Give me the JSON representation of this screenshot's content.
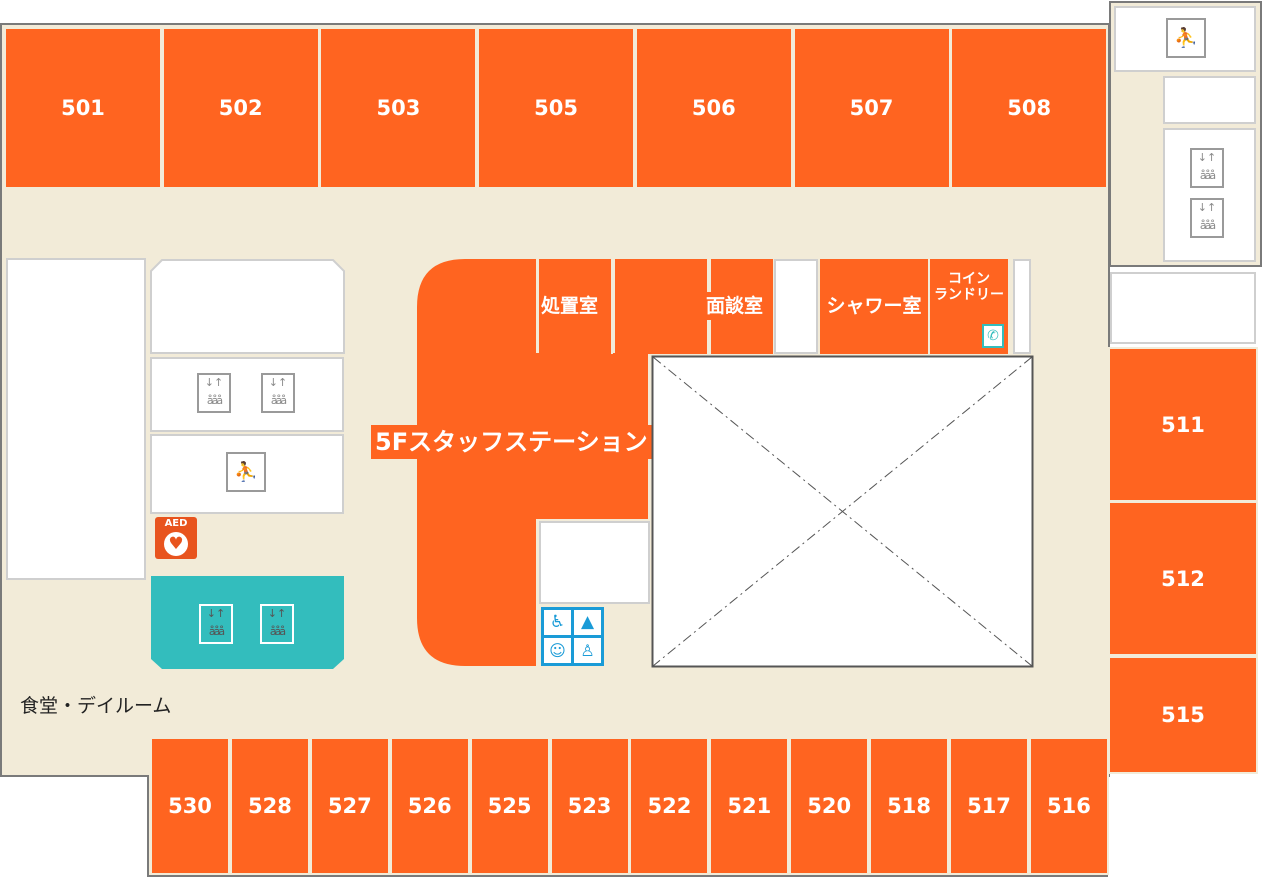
{
  "title": "",
  "rooms_top": [
    "501",
    "502",
    "503",
    "505",
    "506",
    "507",
    "508"
  ],
  "rooms_right": [
    "511",
    "512",
    "515"
  ],
  "rooms_bottom": [
    "530",
    "528",
    "527",
    "526",
    "525",
    "523",
    "522",
    "521",
    "520",
    "518",
    "517",
    "516"
  ],
  "facilities": {
    "staff_station": "5Fスタッフステーション",
    "treatment": "処置室",
    "consult": "面談室",
    "shower": "シャワー室",
    "laundry_line1": "コイン",
    "laundry_line2": "ランドリー",
    "dining": "食堂・デイルーム",
    "aed": "AED"
  },
  "colors": {
    "floor": "#F2EBD8",
    "room": "#FF6420",
    "elevator_accent": "#33BDBD",
    "restroom": "#1A9BD7",
    "wall": "#7a7a7a"
  },
  "icons": [
    "stairs-icon",
    "elevator-icon",
    "aed-icon",
    "wheelchair-icon",
    "toilet-icon",
    "baby-icon",
    "baby-changing-icon",
    "phone-icon"
  ]
}
